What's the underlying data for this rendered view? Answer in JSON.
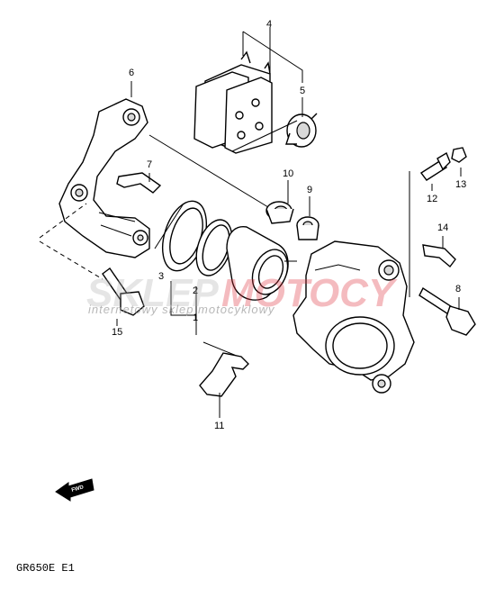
{
  "diagram": {
    "model_code": "GR650E E1",
    "fwd_label": "FWD",
    "callouts": [
      {
        "id": "1",
        "label": "1"
      },
      {
        "id": "2",
        "label": "2"
      },
      {
        "id": "3",
        "label": "3"
      },
      {
        "id": "4",
        "label": "4"
      },
      {
        "id": "5",
        "label": "5"
      },
      {
        "id": "6",
        "label": "6"
      },
      {
        "id": "7",
        "label": "7"
      },
      {
        "id": "8",
        "label": "8"
      },
      {
        "id": "9",
        "label": "9"
      },
      {
        "id": "10",
        "label": "10"
      },
      {
        "id": "11",
        "label": "11"
      },
      {
        "id": "12",
        "label": "12"
      },
      {
        "id": "13",
        "label": "13"
      },
      {
        "id": "14",
        "label": "14"
      },
      {
        "id": "15",
        "label": "15"
      }
    ]
  },
  "watermark": {
    "brand_left": "SKLEP",
    "brand_right": "MOTOCY",
    "tagline": "internetowy sklep motocyklowy",
    "brand_left_color": "#b0b0b0",
    "brand_right_color": "#e0303a"
  }
}
